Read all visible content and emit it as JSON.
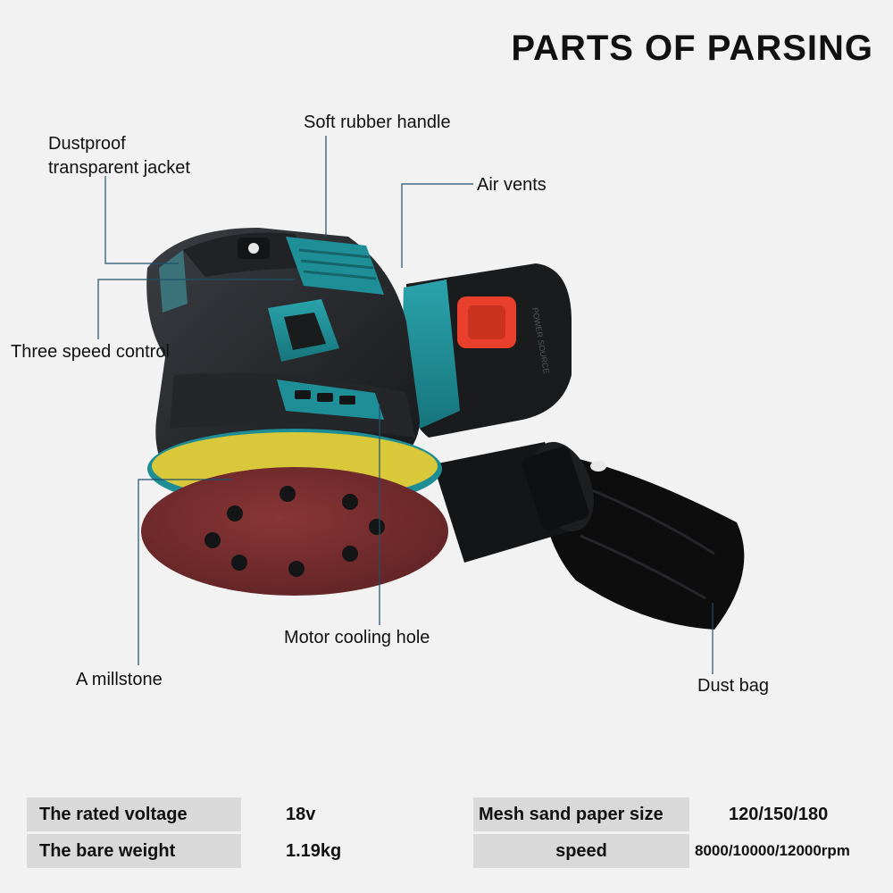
{
  "title": "PARTS OF PARSING",
  "callouts": {
    "soft_handle": "Soft rubber handle",
    "dustproof_line1": "Dustproof",
    "dustproof_line2": "transparent jacket",
    "air_vents": "Air vents",
    "speed_control": "Three speed control",
    "cooling_hole": "Motor cooling hole",
    "millstone": "A millstone",
    "dust_bag": "Dust bag"
  },
  "battery_label": "POWER SOURCE",
  "specs": {
    "left": [
      {
        "label": "The rated voltage",
        "value": "18v"
      },
      {
        "label": "The bare weight",
        "value": "1.19kg"
      }
    ],
    "right": [
      {
        "label": "Mesh sand paper size",
        "value": "120/150/180"
      },
      {
        "label": "speed",
        "value": "8000/10000/12000rpm"
      }
    ]
  },
  "colors": {
    "background": "#f2f2f2",
    "tool_body": "#2a2d31",
    "accent_teal": "#1e8d95",
    "sanding_pad": "#7d2f30",
    "battery_button": "#e8402c",
    "spec_label_bg": "#d9d9d9"
  }
}
